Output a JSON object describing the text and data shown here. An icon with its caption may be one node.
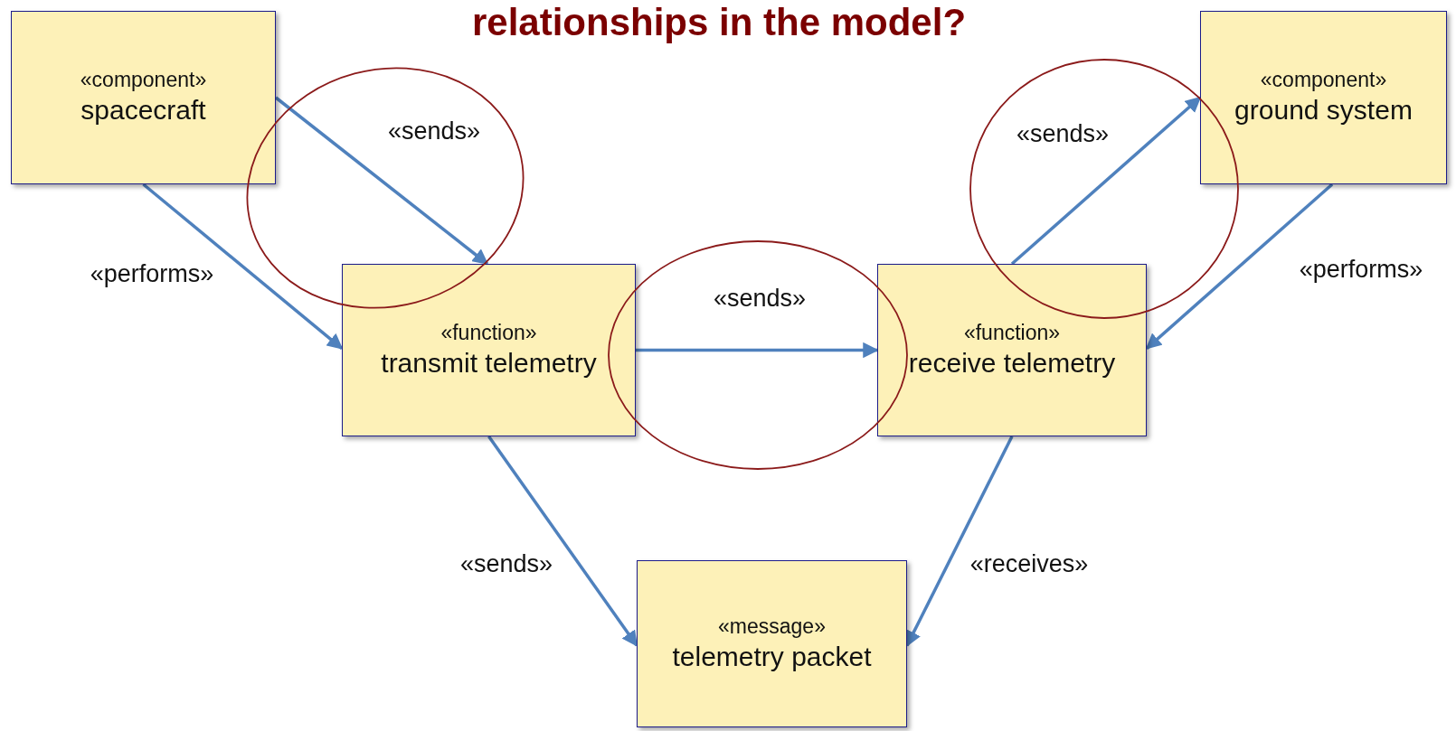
{
  "diagram": {
    "title": "relationships in the model?",
    "nodes": [
      {
        "text": [
          "«component»",
          "spacecraft"
        ]
      },
      {
        "text": [
          "«component»",
          "ground system"
        ]
      },
      {
        "text": [
          "«function»",
          "transmit telemetry"
        ]
      },
      {
        "text": [
          "«function»",
          "receive telemetry"
        ]
      },
      {
        "text": [
          "«message»",
          "telemetry packet"
        ]
      }
    ],
    "edges": [
      {
        "from": 0,
        "to": 2,
        "arrow": "to",
        "label": "«sends»"
      },
      {
        "from": 0,
        "to": 2,
        "arrow": "to",
        "label": "«performs»"
      },
      {
        "from": 2,
        "to": 3,
        "arrow": "to",
        "label": "«sends»"
      },
      {
        "from": 3,
        "to": 1,
        "arrow": "to",
        "label": "«sends»"
      },
      {
        "from": 1,
        "to": 3,
        "arrow": "to",
        "label": "«performs»"
      },
      {
        "from": 2,
        "to": 4,
        "arrow": "to",
        "label": "«sends»"
      },
      {
        "from": 3,
        "to": 4,
        "arrow": "to",
        "label": "«receives»"
      }
    ]
  }
}
